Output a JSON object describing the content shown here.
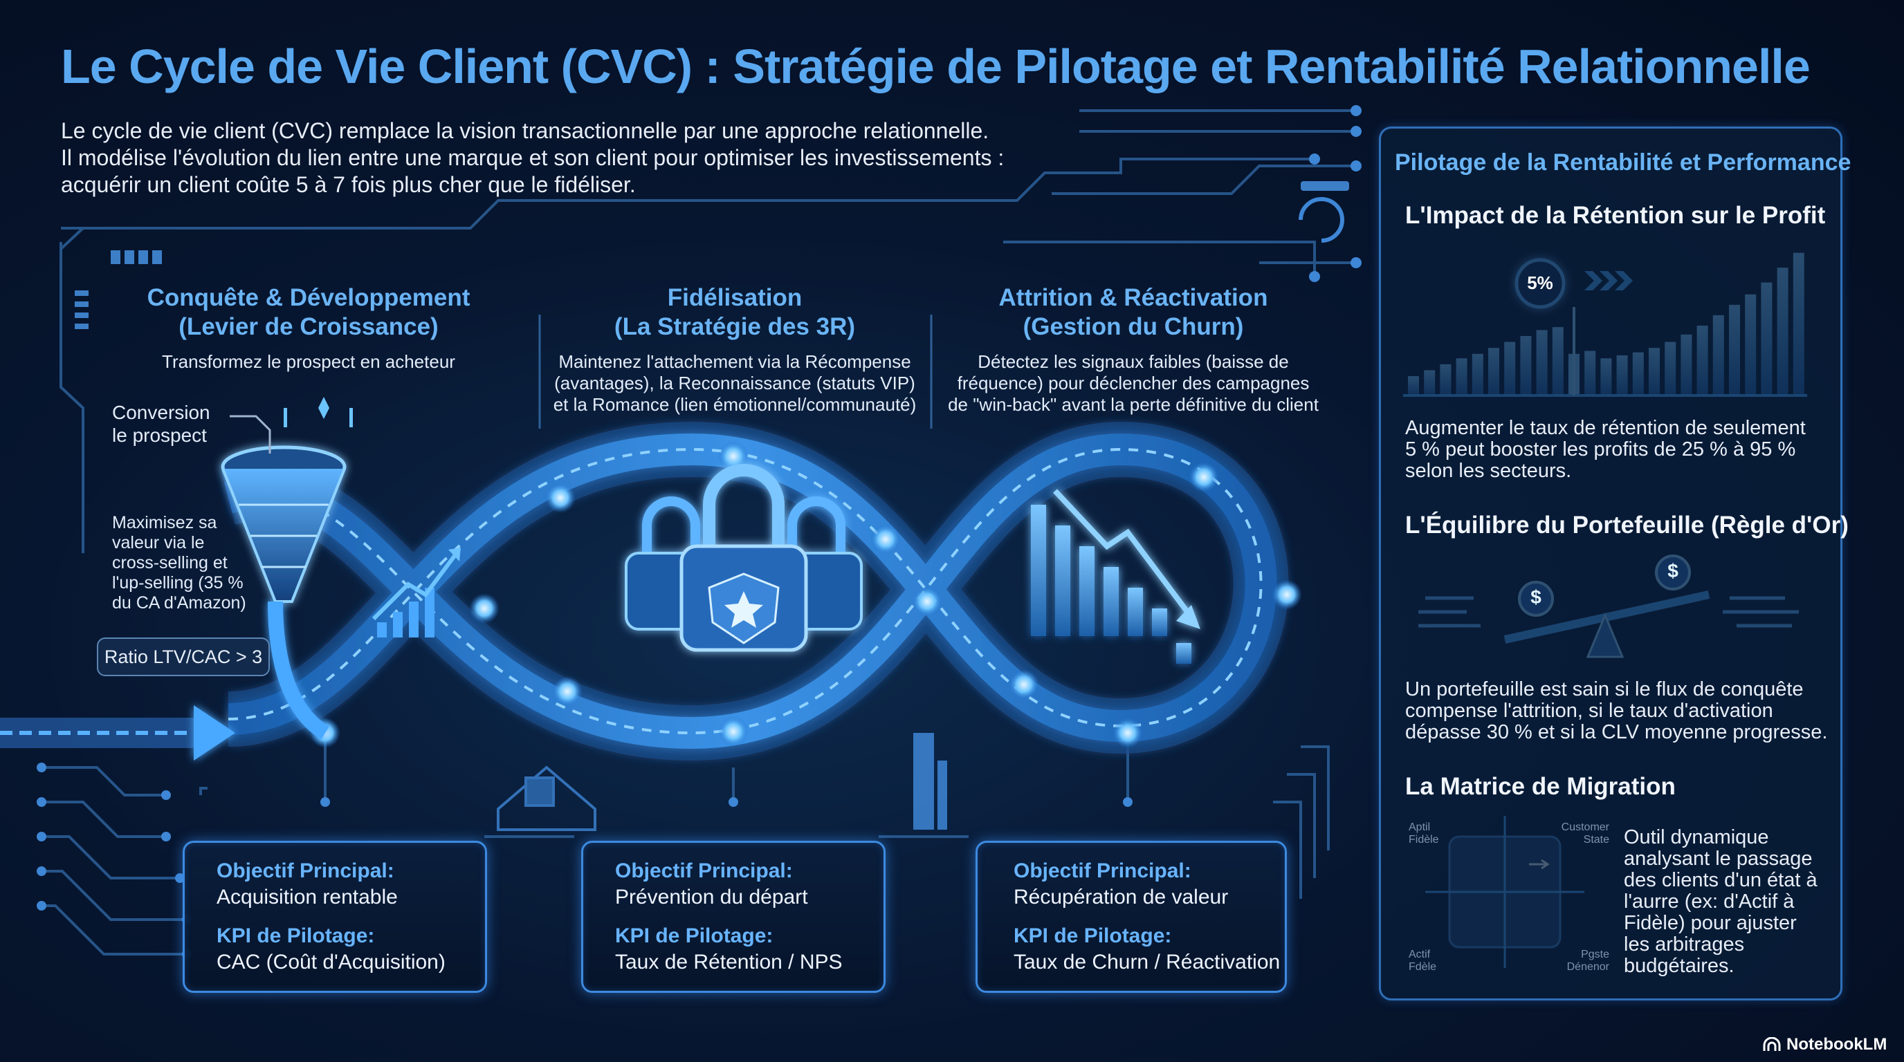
{
  "header": {
    "title": "Le Cycle de Vie Client (CVC) : Stratégie de Pilotage et Rentabilité Relationnelle",
    "intro_lines": [
      "Le cycle de vie client (CVC) remplace la vision transactionnelle par une approche relationnelle.",
      "Il modélise l'évolution du lien entre une marque et son client pour optimiser les investissements :",
      "acquérir un client coûte 5 à 7 fois plus cher que le fidéliser."
    ]
  },
  "stages": [
    {
      "title_line1": "Conquête & Développement",
      "title_line2": "(Levier de Croissance)",
      "desc_lines": [
        "Transformez le prospect en acheteur"
      ],
      "icon": "funnel-icon",
      "card": {
        "objective_label": "Objectif Principal:",
        "objective_value": "Acquisition rentable",
        "kpi_label": "KPI de Pilotage:",
        "kpi_value": "CAC (Coût d'Acquisition)"
      }
    },
    {
      "title_line1": "Fidélisation",
      "title_line2": "(La Stratégie des 3R)",
      "desc_lines": [
        "Maintenez l'attachement via la Récompense",
        "(avantages), la Reconnaissance (statuts VIP)",
        "et la Romance (lien émotionnel/communauté)"
      ],
      "icon": "padlocks-icon",
      "card": {
        "objective_label": "Objectif Principal:",
        "objective_value": "Prévention du départ",
        "kpi_label": "KPI de Pilotage:",
        "kpi_value": "Taux de Rétention / NPS"
      }
    },
    {
      "title_line1": "Attrition & Réactivation",
      "title_line2": "(Gestion du Churn)",
      "desc_lines": [
        "Détectez les signaux faibles (baisse de",
        "fréquence) pour déclencher des campagnes",
        "de \"win-back\" avant la perte définitive du client"
      ],
      "icon": "declining-chart-icon",
      "card": {
        "objective_label": "Objectif Principal:",
        "objective_value": "Récupération de valeur",
        "kpi_label": "KPI de Pilotage:",
        "kpi_value": "Taux de Churn / Réactivation"
      }
    }
  ],
  "side_notes": {
    "conversion_lines": [
      "Conversion",
      "le prospect"
    ],
    "maximize_lines": [
      "Maximisez sa",
      "valeur via le",
      "cross-selling et",
      "l'up-selling (35 %",
      "du CA d'Amazon)"
    ],
    "ratio": "Ratio LTV/CAC > 3"
  },
  "panel": {
    "title": "Pilotage de la Rentabilité et Performance",
    "retention": {
      "heading": "L'Impact de la Rétention sur le Profit",
      "badge": "5%",
      "text_lines": [
        "Augmenter le taux de rétention de seulement",
        "5 % peut booster les profits de 25 % à 95 %",
        "selon les secteurs."
      ],
      "bars": [
        0.13,
        0.17,
        0.21,
        0.25,
        0.28,
        0.32,
        0.36,
        0.4,
        0.44,
        0.46,
        0.28,
        0.3,
        0.25,
        0.27,
        0.29,
        0.32,
        0.36,
        0.41,
        0.47,
        0.54,
        0.61,
        0.68,
        0.76,
        0.86,
        0.96
      ]
    },
    "portfolio": {
      "heading": "L'Équilibre du Portefeuille (Règle d'Or)",
      "coin_symbol": "$",
      "text_lines": [
        "Un portefeuille est sain si le flux de conquête",
        "compense l'attrition, si le taux d'activation",
        "dépasse 30 % et si la CLV moyenne progresse."
      ]
    },
    "matrix": {
      "heading": "La Matrice de Migration",
      "corner_tl": [
        "Aptil",
        "Fidèle"
      ],
      "corner_tr": [
        "Customer",
        "State"
      ],
      "corner_bl": [
        "Actif",
        "Fdèle"
      ],
      "corner_br": [
        "Pgste",
        "Dénenor"
      ],
      "text_lines": [
        "Outil dynamique",
        "analysant le passage",
        "des clients d'un état à",
        "l'aurre (ex: d'Actif à",
        "Fidèle) pour ajuster",
        "les arbitrages",
        "budgétaires."
      ]
    }
  },
  "footer": {
    "brand": "NotebookLM"
  },
  "colors": {
    "accent": "#5aa8f0",
    "glow": "#39a0ff",
    "panel_border": "#2f6fb8",
    "background": "#071630"
  }
}
